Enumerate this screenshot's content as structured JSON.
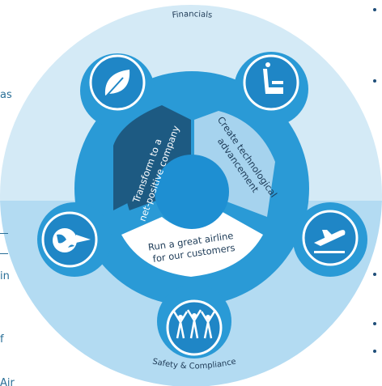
{
  "ring": {
    "top_label": "Financials",
    "bottom_label": "Safety & Compliance"
  },
  "segments": [
    {
      "text": "Transform to a\nnet-positive company",
      "line1": "Transform to a",
      "line2": "net-positive company"
    },
    {
      "text": "Create technological\nadvancement",
      "line1": "Create technological",
      "line2": "advancement"
    },
    {
      "text": "Run a great airline\nfor our customers",
      "line1": "Run a great airline",
      "line2": "for our customers"
    }
  ],
  "icons": {
    "top_left": "leaf-icon",
    "top_right": "airplane-seat-icon",
    "left": "globe-plane-icon",
    "right": "takeoff-icon",
    "bottom": "people-cheering-icon"
  },
  "side_text": {
    "frag_as": "as",
    "frag_in": "in",
    "frag_f": "f",
    "frag_air": "Air"
  },
  "colors": {
    "outer_top": "#d4eaf6",
    "outer_bottom": "#b3dbf2",
    "gear": "#2a9ad6",
    "icon_circle": "#1f86c6",
    "dark_segment": "#1d5a82",
    "light_segment": "#a6d3ee",
    "white_segment": "#ffffff",
    "inner_core": "#1e8fd2"
  }
}
